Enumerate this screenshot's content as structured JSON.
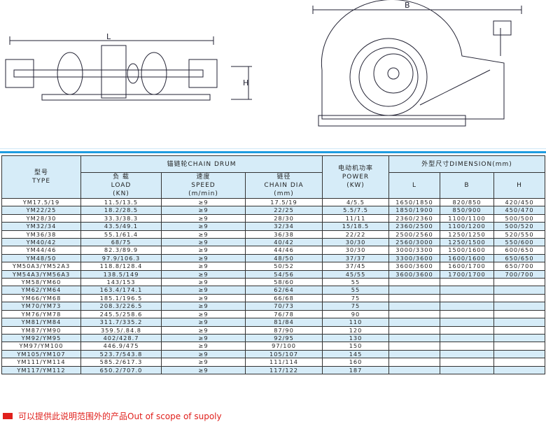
{
  "drawing_labels": {
    "L": "L",
    "H": "H",
    "B": "B"
  },
  "header": {
    "type": "型号",
    "type_en": "TYPE",
    "chain_drum": "锚链轮CHAIN DRUM",
    "load": "负 载",
    "load_en": "LOAD",
    "load_unit": "(KN)",
    "speed": "速度",
    "speed_en": "SPEED",
    "speed_unit": "(m/min)",
    "chain": "链径",
    "chain_en": "CHAIN DIA",
    "chain_unit": "(mm)",
    "power": "电动机功率",
    "power_en": "POWER",
    "power_unit": "(KW)",
    "dimension": "外型尺寸DIMENSION(mm)",
    "L": "L",
    "B": "B",
    "H": "H"
  },
  "rows": [
    [
      "YM17.5/19",
      "11.5/13.5",
      "≥9",
      "17.5/19",
      "4/5.5",
      "1650/1850",
      "820/850",
      "420/450"
    ],
    [
      "YM22/25",
      "18.2/28.5",
      "≥9",
      "22/25",
      "5.5/7.5",
      "1850/1900",
      "850/900",
      "450/470"
    ],
    [
      "YM28/30",
      "33.3/38.3",
      "≥9",
      "28/30",
      "11/11",
      "2360/2360",
      "1100/1100",
      "500/500"
    ],
    [
      "YM32/34",
      "43.5/49.1",
      "≥9",
      "32/34",
      "15/18.5",
      "2360/2500",
      "1100/1200",
      "500/520"
    ],
    [
      "YM36/38",
      "55.1/61.4",
      "≥9",
      "36/38",
      "22/22",
      "2500/2560",
      "1250/1250",
      "520/550"
    ],
    [
      "YM40/42",
      "68/75",
      "≥9",
      "40/42",
      "30/30",
      "2560/3000",
      "1250/1500",
      "550/600"
    ],
    [
      "YM44/46",
      "82.3/89.9",
      "≥9",
      "44/46",
      "30/30",
      "3000/3300",
      "1500/1600",
      "600/650"
    ],
    [
      "YM48/50",
      "97.9/106.3",
      "≥9",
      "48/50",
      "37/37",
      "3300/3600",
      "1600/1600",
      "650/650"
    ],
    [
      "YM50A3/YM52A3",
      "118.8/128.4",
      "≥9",
      "50/52",
      "37/45",
      "3600/3600",
      "1600/1700",
      "650/700"
    ],
    [
      "YM54A3/YM56A3",
      "138.5/149",
      "≥9",
      "54/56",
      "45/55",
      "3600/3600",
      "1700/1700",
      "700/700"
    ],
    [
      "YM58/YM60",
      "143/153",
      "≥9",
      "58/60",
      "55",
      "",
      "",
      ""
    ],
    [
      "YM62/YM64",
      "163.4/174.1",
      "≥9",
      "62/64",
      "55",
      "",
      "",
      ""
    ],
    [
      "YM66/YM68",
      "185.1/196.5",
      "≥9",
      "66/68",
      "75",
      "",
      "",
      ""
    ],
    [
      "YM70/YM73",
      "208.3/226.5",
      "≥9",
      "70/73",
      "75",
      "",
      "",
      ""
    ],
    [
      "YM76/YM78",
      "245.5/258.6",
      "≥9",
      "76/78",
      "90",
      "",
      "",
      ""
    ],
    [
      "YM81/YM84",
      "311.7/335.2",
      "≥9",
      "81/84",
      "110",
      "",
      "",
      ""
    ],
    [
      "YM87/YM90",
      "359.5/.84.8",
      "≥9",
      "87/90",
      "120",
      "",
      "",
      ""
    ],
    [
      "YM92/YM95",
      "402/428.7",
      "≥9",
      "92/95",
      "130",
      "",
      "",
      ""
    ],
    [
      "YM97/YM100",
      "446.9/475",
      "≥9",
      "97/100",
      "150",
      "",
      "",
      ""
    ],
    [
      "YM105/YM107",
      "523.7/543.8",
      "≥9",
      "105/107",
      "145",
      "",
      "",
      ""
    ],
    [
      "YM111/YM114",
      "585.2/617.3",
      "≥9",
      "111/114",
      "160",
      "",
      "",
      ""
    ],
    [
      "YM117/YM112",
      "650.2/707.0",
      "≥9",
      "117/122",
      "187",
      "",
      "",
      ""
    ]
  ],
  "footer": "可以提供此说明范围外的产品Out of scope of supoly",
  "colors": {
    "accent": "#1e9ce0",
    "row_alt": "#d6ecf8",
    "footer": "#e0201c"
  }
}
